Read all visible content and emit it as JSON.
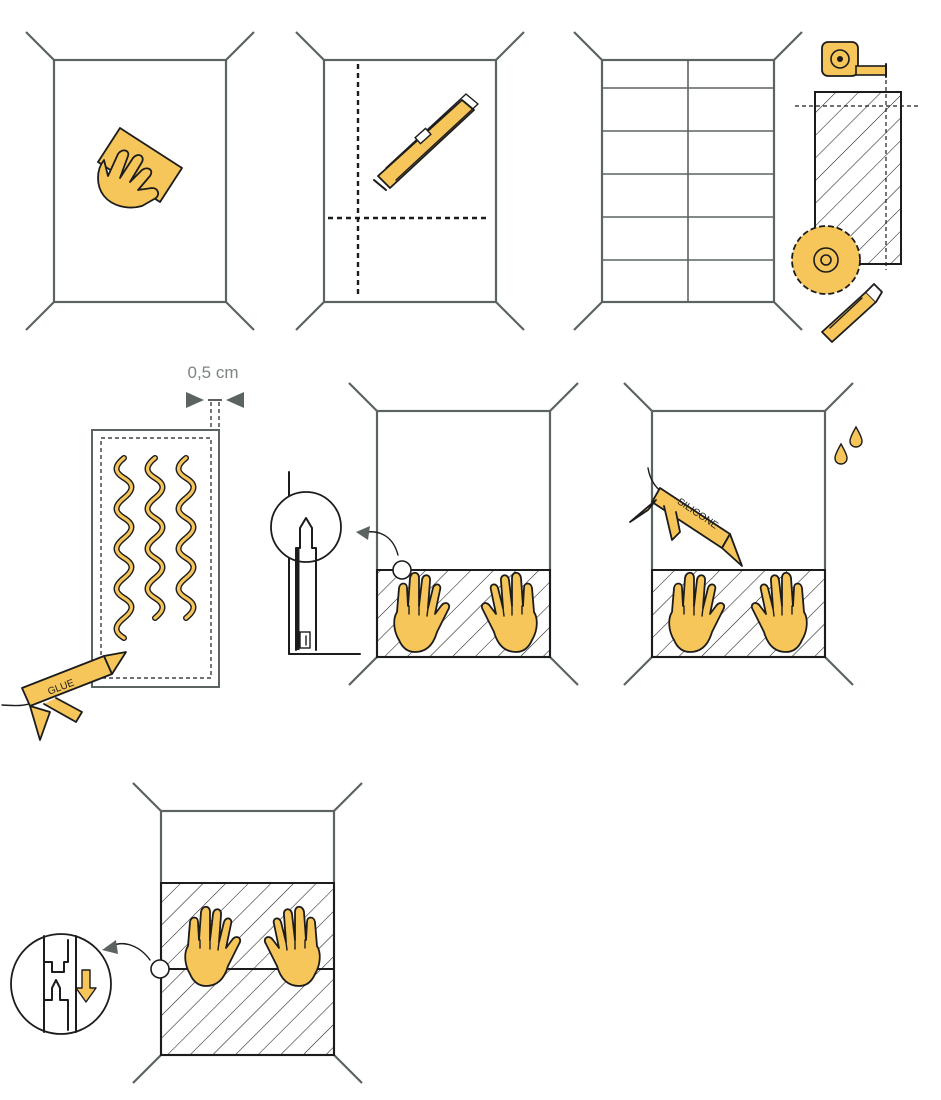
{
  "labels": {
    "glue": "GLUE",
    "silicone": "SILICONE",
    "gap": "0,5 cm"
  },
  "colors": {
    "accent": "#f6c65b",
    "line": "#1c1c1c",
    "wall": "#5b6463",
    "dimension": "#7c8584"
  },
  "icons": [
    "sanding-sponge-icon",
    "spirit-level-icon",
    "tape-measure-icon",
    "circular-saw-blade-icon",
    "utility-knife-icon",
    "glue-gun-icon",
    "silicone-gun-icon",
    "hand-icon",
    "drop-icon",
    "arrow-icon"
  ]
}
